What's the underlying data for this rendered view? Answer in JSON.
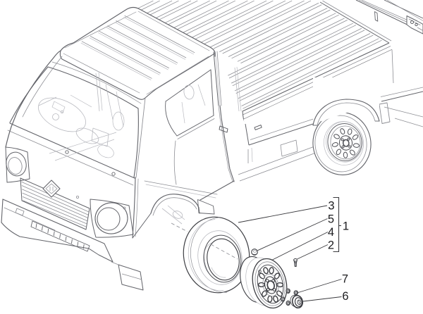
{
  "diagram": {
    "type": "exploded-parts-line-drawing",
    "background": "#ffffff",
    "colors": {
      "outline": "#63646a",
      "detail": "#8d8e94",
      "faint": "#b9bac0",
      "parts": "#3c3d42",
      "callout_text": "#1c1c1f",
      "leader_lines": "#3a3a3e"
    },
    "callouts": {
      "items": [
        {
          "label": "3",
          "points_to": "tire"
        },
        {
          "label": "5",
          "points_to": "valve-cap"
        },
        {
          "label": "4",
          "points_to": "wheel-rim"
        },
        {
          "label": "2",
          "points_to": "wheel-bolt"
        },
        {
          "label": "1",
          "points_to": "wheel-assembly-group-bracket"
        },
        {
          "label": "7",
          "points_to": "wheel-nuts"
        },
        {
          "label": "6",
          "points_to": "hub-cap"
        }
      ]
    }
  }
}
